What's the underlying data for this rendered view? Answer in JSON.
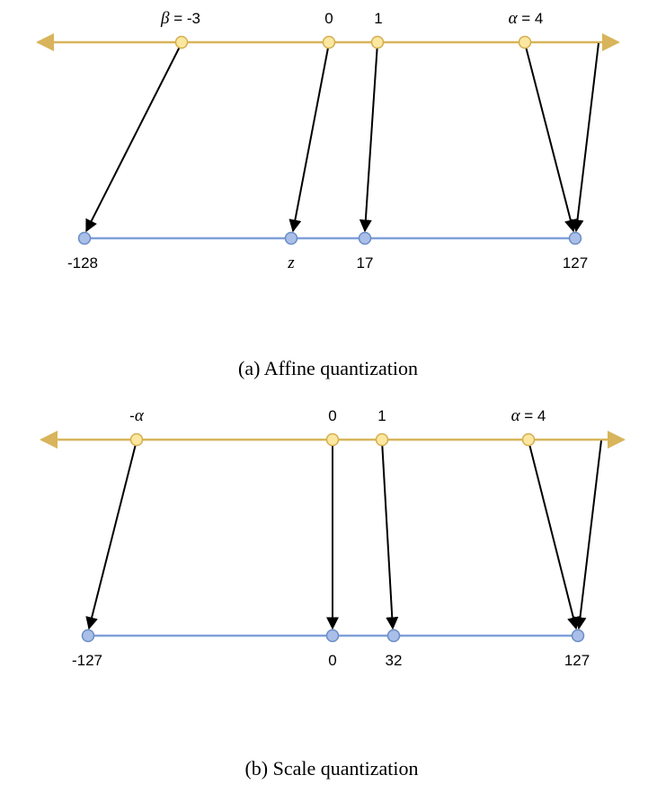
{
  "colors": {
    "real_axis": "#d8b45a",
    "int_axis": "#7f9fd9",
    "real_point_fill": "#fbe7a0",
    "real_point_stroke": "#d4ae4e",
    "int_point_fill": "#a9bfe8",
    "int_point_stroke": "#6b8cc6",
    "arrow": "#000000"
  },
  "panel_a": {
    "caption": "(a) Affine quantization",
    "real_labels": {
      "beta": {
        "sym": "β",
        "rest": " = -3"
      },
      "zero": "0",
      "one": "1",
      "alpha": {
        "sym": "α",
        "rest": " = 4"
      }
    },
    "int_labels": {
      "min": "-128",
      "z": "z",
      "one_q": "17",
      "max": "127"
    }
  },
  "panel_b": {
    "caption": "(b) Scale quantization",
    "real_labels": {
      "neg_alpha": {
        "prefix": "-",
        "sym": "α"
      },
      "zero": "0",
      "one": "1",
      "alpha": {
        "sym": "α",
        "rest": " = 4"
      }
    },
    "int_labels": {
      "min": "-127",
      "zero": "0",
      "one_q": "32",
      "max": "127"
    }
  }
}
